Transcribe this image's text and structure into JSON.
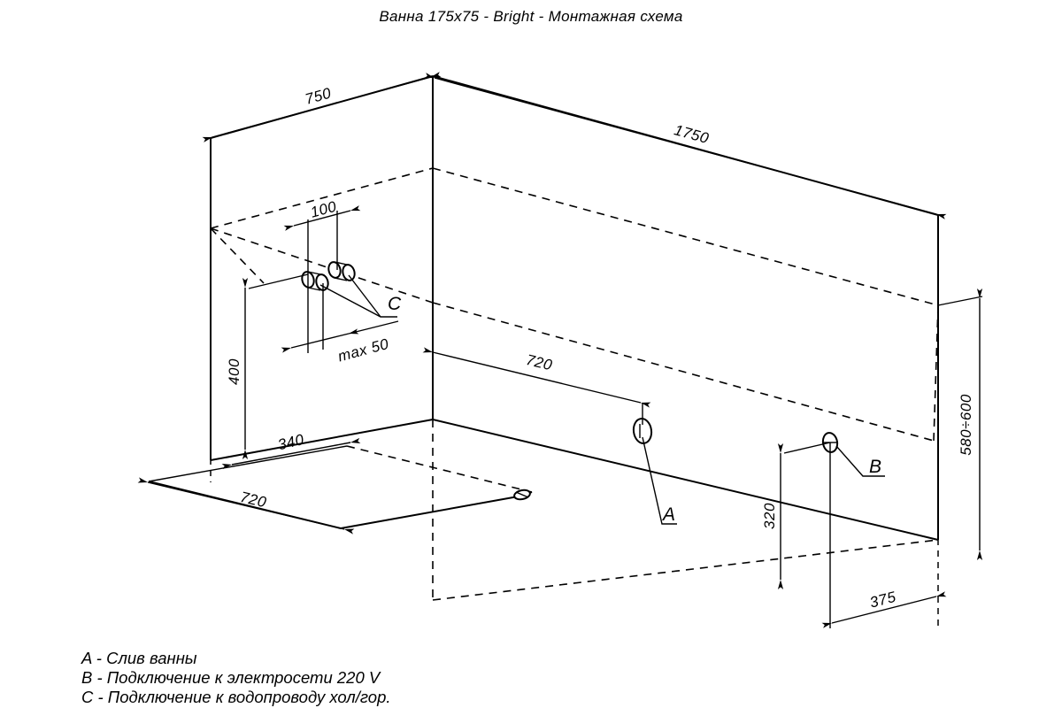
{
  "title": "Ванна 175x75 - Bright - Монтажная схема",
  "dimensions": {
    "depth_top": "750",
    "length_top": "1750",
    "inner_offset": "100",
    "max_pipe": "max 50",
    "height_c": "400",
    "drain_offset": "340",
    "floor_width": "720",
    "drain_length": "720",
    "socket_height": "320",
    "socket_offset": "375",
    "bath_height": "580÷600"
  },
  "callouts": {
    "a": "A",
    "b": "B",
    "c": "C"
  },
  "legend": {
    "a": "A - Слив ванны",
    "b": "B - Подключение к электросети 220 V",
    "c": "C - Подключение к водопроводу хол/гор."
  },
  "colors": {
    "line": "#000000",
    "background": "#ffffff"
  }
}
